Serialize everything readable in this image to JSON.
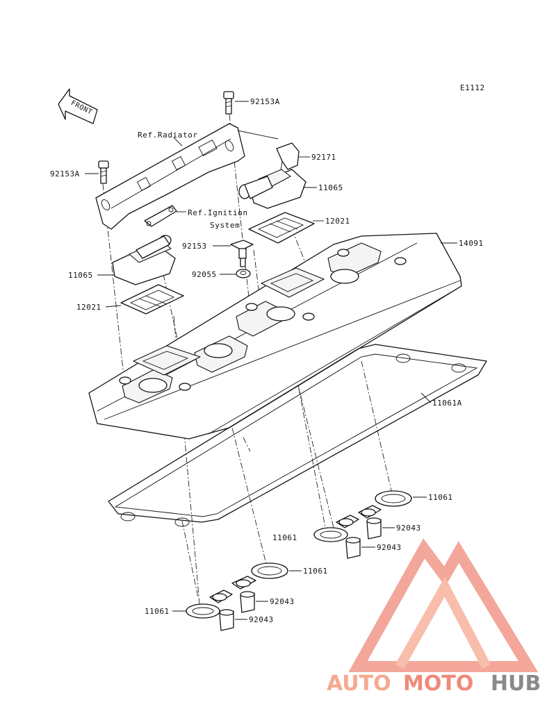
{
  "diagram_code": "E1112",
  "front_label": "FRONT",
  "ref_radiator": "Ref.Radiator",
  "ref_ignition_line1": "Ref.Ignition",
  "ref_ignition_line2": "System",
  "parts": {
    "p92153A_top": "92153A",
    "p92153A_left": "92153A",
    "p92171": "92171",
    "p11065_right": "11065",
    "p11065_left": "11065",
    "p12021_right": "12021",
    "p12021_left": "12021",
    "p14091": "14091",
    "p92153": "92153",
    "p92055": "92055",
    "p11061A": "11061A",
    "p11061_a": "11061",
    "p11061_b": "11061",
    "p11061_c": "11061",
    "p11061_d": "11061",
    "p92043_a": "92043",
    "p92043_b": "92043",
    "p92043_c": "92043",
    "p92043_d": "92043"
  },
  "watermark": {
    "part1": "AUTO",
    "part2": "MOTO",
    "part3": "HUB",
    "color_light": "#f6a98f",
    "color_mid": "#f08a7a",
    "color_dark": "#8a8a8a"
  }
}
